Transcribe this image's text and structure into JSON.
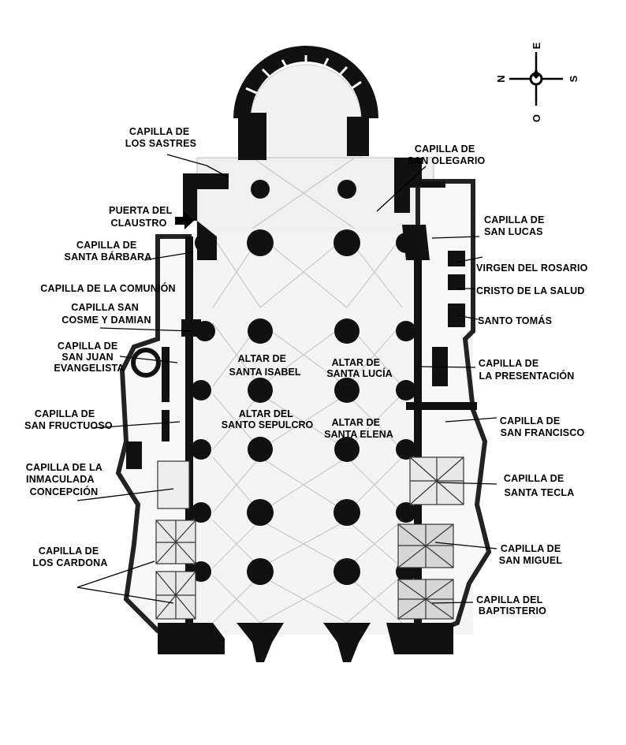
{
  "compass": {
    "east": "E",
    "north": "N",
    "south": "S",
    "west": "O"
  },
  "labels": {
    "sastres": [
      "CAPILLA DE",
      "LOS SASTRES"
    ],
    "olegario": [
      "CAPILLA DE",
      "SAN OLEGARIO"
    ],
    "puerta": [
      "PUERTA DEL",
      "CLAUSTRO"
    ],
    "lucas": [
      "CAPILLA DE",
      "SAN LUCAS"
    ],
    "barbara": [
      "CAPILLA DE",
      "SANTA BÁRBARA"
    ],
    "rosario": "VIRGEN DEL ROSARIO",
    "comunion": "CAPILLA DE LA COMUNIÓN",
    "salud": "CRISTO DE LA SALUD",
    "cosme": [
      "CAPILLA SAN",
      "COSME Y DAMIAN"
    ],
    "tomas": "SANTO TOMÁS",
    "juan": [
      "CAPILLA DE",
      "SAN JUAN",
      "EVANGELISTA"
    ],
    "presentacion": [
      "CAPILLA DE",
      "LA PRESENTACIÓN"
    ],
    "fructuoso": [
      "CAPILLA DE",
      "SAN FRUCTUOSO"
    ],
    "francisco": [
      "CAPILLA DE",
      "SAN FRANCISCO"
    ],
    "inmaculada": [
      "CAPILLA DE LA",
      "INMACULADA",
      "CONCEPCIÓN"
    ],
    "tecla": [
      "CAPILLA DE",
      "SANTA TECLA"
    ],
    "cardona": [
      "CAPILLA DE",
      "LOS CARDONA"
    ],
    "miguel": [
      "CAPILLA DE",
      "SAN MIGUEL"
    ],
    "baptisterio": [
      "CAPILLA DEL",
      "BAPTISTERIO"
    ]
  },
  "altars": {
    "isabel": [
      "ALTAR DE",
      "SANTA ISABEL"
    ],
    "lucia": [
      "ALTAR DE",
      "SANTA LUCÍA"
    ],
    "sepulcro": [
      "ALTAR DEL",
      "SANTO SEPULCRO"
    ],
    "elena": [
      "ALTAR DE",
      "SANTA ELENA"
    ]
  }
}
